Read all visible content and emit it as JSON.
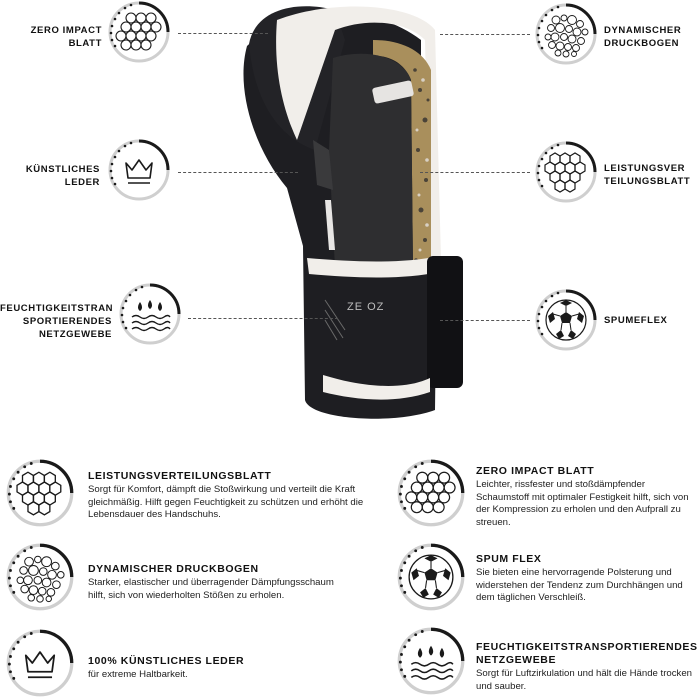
{
  "features_top": {
    "zero_impact": "ZERO IMPACT\nBLATT",
    "kunstliches_leder": "KÜNSTLICHES\nLEDER",
    "feuchtigkeit": "FEUCHTIGKEITSTRAN\nSPORTIERENDES\nNETZGEWEBE",
    "dynamischer": "DYNAMISCHER\nDRUCKBOGEN",
    "leistungsver": "LEISTUNGSVER\nTEILUNGSBLATT",
    "spumeflex": "SPUMEFLEX"
  },
  "glove": {
    "cuff_text": "ZE OZ"
  },
  "info_left": [
    {
      "title": "LEISTUNGSVERTEILUNGSBLATT",
      "text": "Sorgt für Komfort, dämpft die Stoßwirkung und verteilt die Kraft gleichmäßig. Hilft gegen Feuchtigkeit zu schützen und erhöht die Lebensdauer des Handschuhs.",
      "icon": "hex-grid-icon"
    },
    {
      "title": "DYNAMISCHER DRUCKBOGEN",
      "text": "Starker, elastischer und überragender Dämpfungsschaum hilft, sich von wiederholten Stößen zu erholen.",
      "icon": "cell-foam-icon"
    },
    {
      "title": "100% KÜNSTLICHES LEDER",
      "text": "für extreme Haltbarkeit.",
      "icon": "crown-icon"
    }
  ],
  "info_right": [
    {
      "title": "ZERO IMPACT BLATT",
      "text": "Leichter, rissfester und stoßdämpfender Schaumstoff mit optimaler Festigkeit hilft, sich von der Kompression zu erholen und den Aufprall zu streuen.",
      "icon": "honeycomb-icon"
    },
    {
      "title": "SPUM FLEX",
      "text": "Sie bieten eine hervorragende Polsterung und widerstehen der Tendenz zum Durchhängen und dem täglichen Verschleiß.",
      "icon": "soccer-pattern-icon"
    },
    {
      "title": "FEUCHTIGKEITSTRANSPORTIERENDES NETZGEWEBE",
      "text": "Sorgt für Luftzirkulation und hält die Hände trocken und sauber.",
      "icon": "drops-waves-icon"
    }
  ],
  "colors": {
    "glove_black": "#1e1e22",
    "glove_white": "#f1eeea",
    "ring_gray": "#c9c9c9",
    "ring_dark": "#1a1a1a"
  }
}
